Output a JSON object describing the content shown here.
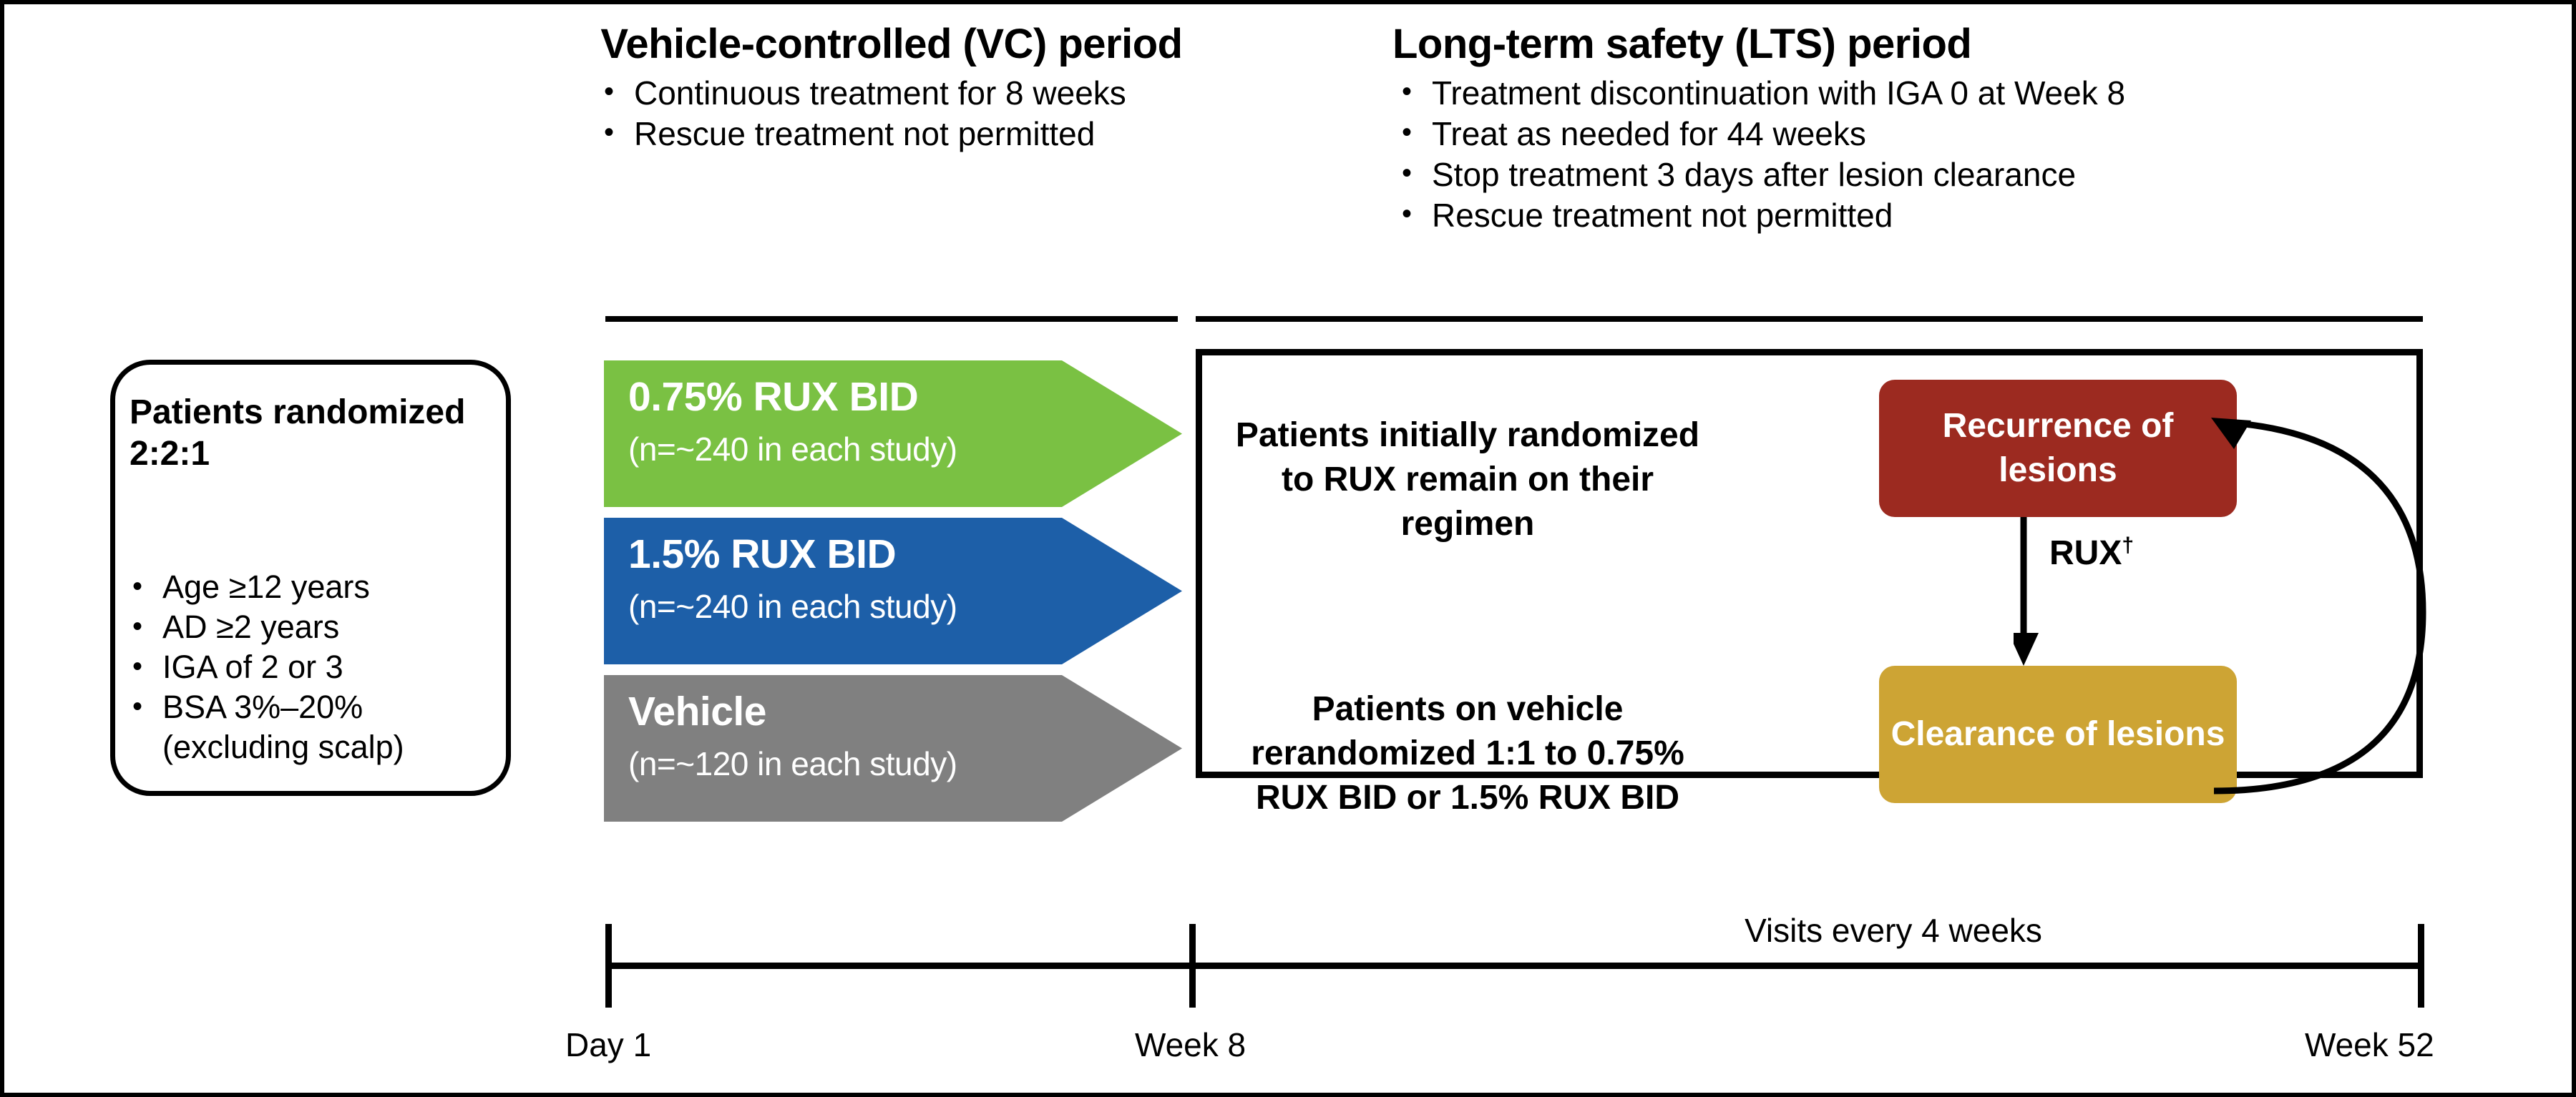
{
  "periods": {
    "vc": {
      "title": "Vehicle-controlled (VC) period",
      "bullets": [
        "Continuous treatment for 8 weeks",
        "Rescue treatment not permitted"
      ]
    },
    "lts": {
      "title": "Long-term safety (LTS) period",
      "bullets": [
        "Treatment discontinuation with IGA 0 at Week 8",
        "Treat as needed for 44 weeks",
        "Stop treatment 3 days after lesion clearance",
        "Rescue treatment not permitted"
      ]
    }
  },
  "patients_box": {
    "title": "Patients randomized 2:2:1",
    "criteria": [
      {
        "text": "Age ≥12 years",
        "cont": ""
      },
      {
        "text": "AD ≥2 years",
        "cont": ""
      },
      {
        "text": "IGA of 2 or 3",
        "cont": ""
      },
      {
        "text": "BSA 3%–20%",
        "cont": "(excluding scalp)"
      }
    ]
  },
  "arms": [
    {
      "name": "0.75% RUX BID",
      "n": "(n=~240 in each study)",
      "color": "#7AC143"
    },
    {
      "name": "1.5% RUX BID",
      "n": "(n=~240 in each study)",
      "color": "#1D5FA8"
    },
    {
      "name": "Vehicle",
      "n": "(n=~120 in each study)",
      "color": "#808080"
    }
  ],
  "lts_box": {
    "paragraphs": [
      "Patients initially randomized to RUX remain on their regimen",
      "Patients on vehicle rerandomized 1:1 to 0.75% RUX BID or 1.5% RUX BID"
    ],
    "cycle": {
      "recurrence_label": "Recurrence of lesions",
      "clearance_label": "Clearance of lesions",
      "recurrence_color": "#9C2A20",
      "clearance_color": "#CDA434",
      "treat_arrow_label": "RUX",
      "treat_arrow_dagger": "†"
    }
  },
  "timeline": {
    "visits_note": "Visits every 4 weeks",
    "ticks": [
      {
        "label": "Day 1"
      },
      {
        "label": "Week 8"
      },
      {
        "label": "Week 52"
      }
    ]
  }
}
